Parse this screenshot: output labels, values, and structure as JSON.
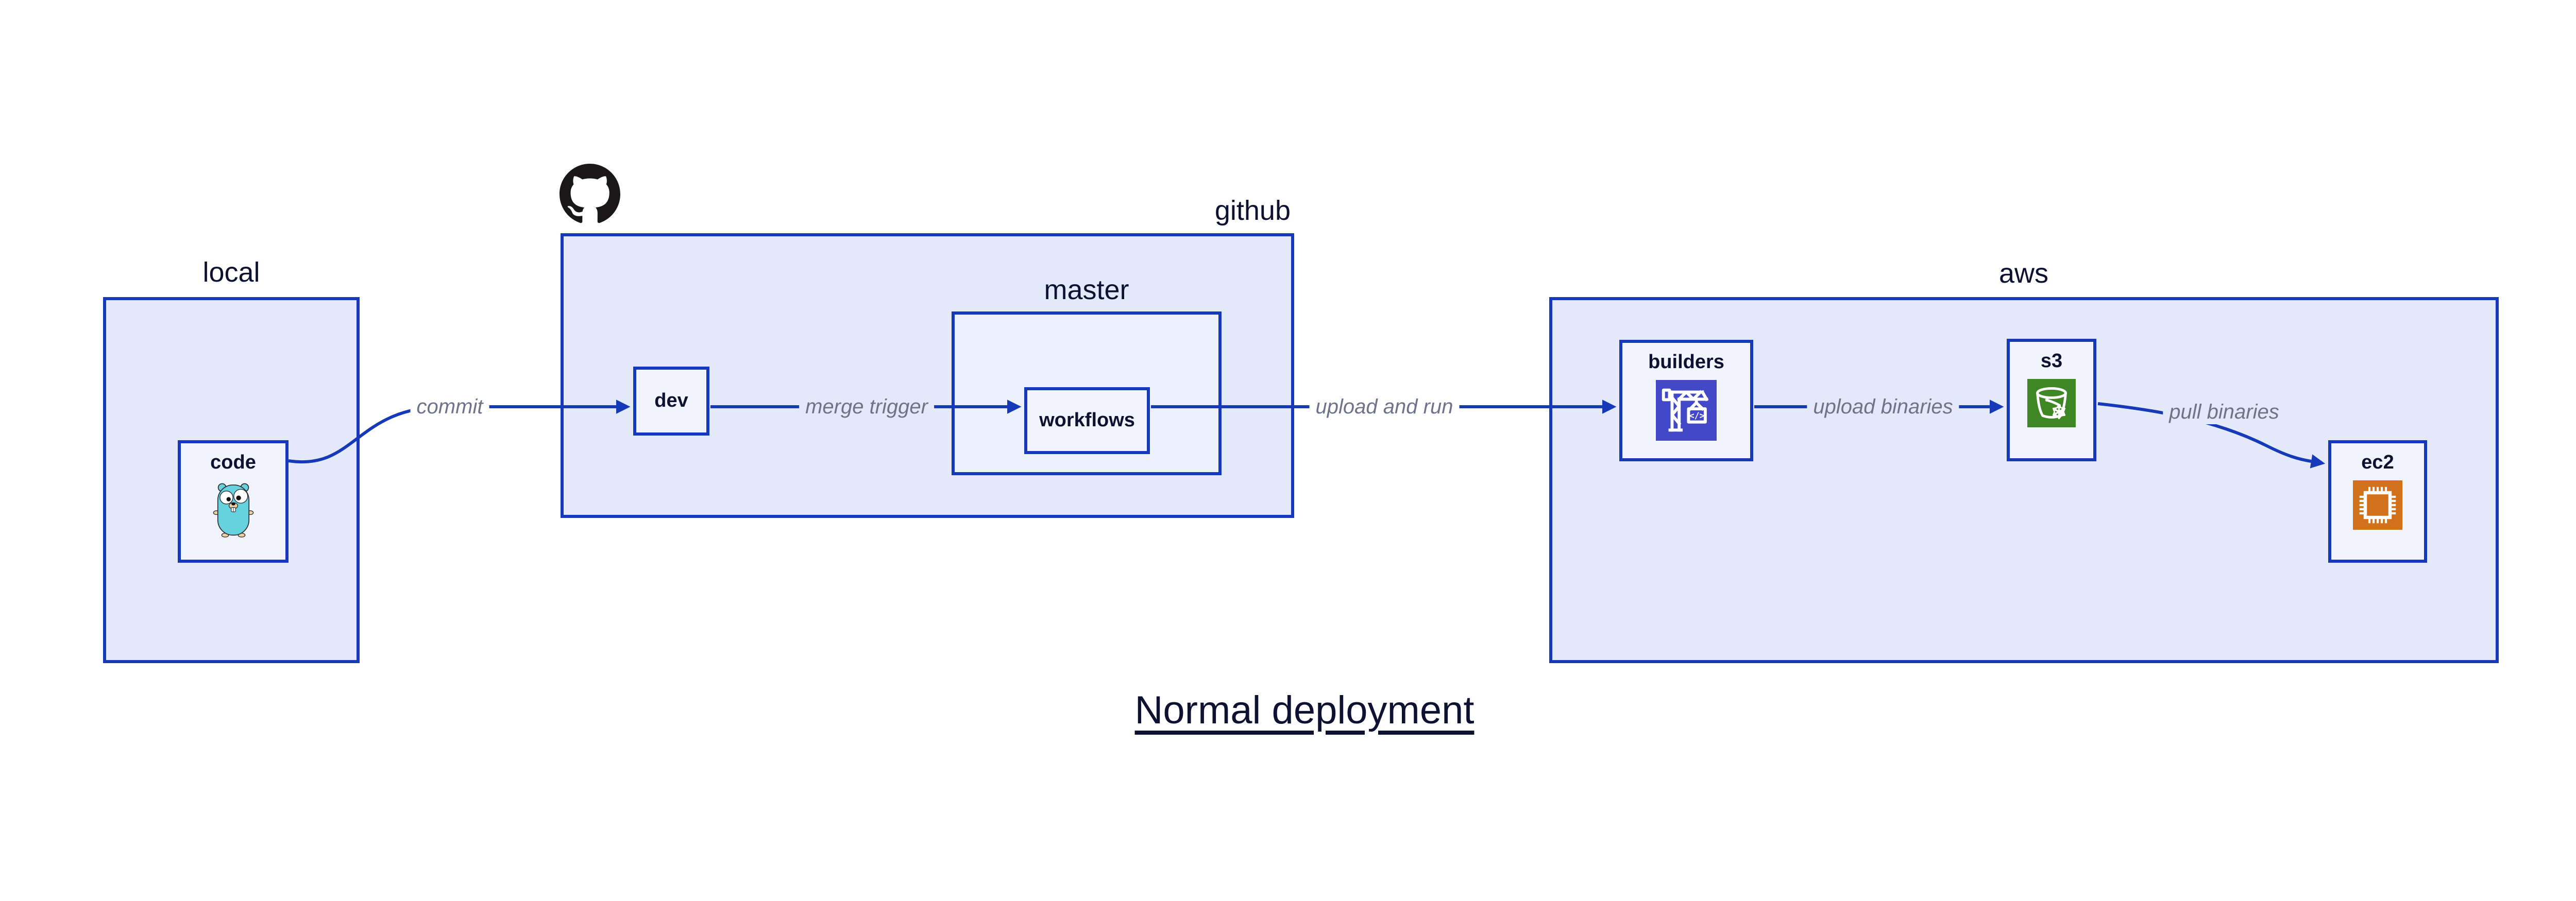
{
  "diagram": {
    "title": "Normal deployment",
    "clusters": {
      "local": {
        "label": "local"
      },
      "github": {
        "label": "github",
        "badge_icon": "github-octocat-icon"
      },
      "master": {
        "label": "master"
      },
      "aws": {
        "label": "aws"
      }
    },
    "nodes": {
      "code": {
        "label": "code",
        "icon": "go-gopher-icon"
      },
      "dev": {
        "label": "dev"
      },
      "workflows": {
        "label": "workflows"
      },
      "builders": {
        "label": "builders",
        "icon": "aws-codebuild-crane-icon",
        "icon_glyph": "</>"
      },
      "s3": {
        "label": "s3",
        "icon": "aws-s3-bucket-snowflake-icon"
      },
      "ec2": {
        "label": "ec2",
        "icon": "aws-ec2-chip-icon"
      }
    },
    "edges": [
      {
        "from": "code",
        "to": "dev",
        "label": "commit"
      },
      {
        "from": "dev",
        "to": "workflows",
        "label": "merge trigger"
      },
      {
        "from": "workflows",
        "to": "builders",
        "label": "upload and run"
      },
      {
        "from": "builders",
        "to": "s3",
        "label": "upload binaries"
      },
      {
        "from": "s3",
        "to": "ec2",
        "label": "pull binaries"
      }
    ],
    "colors": {
      "edge_blue": "#1539B8",
      "cluster_fill": "#E3E9F8",
      "master_fill": "#ECF0FB",
      "node_fill": "#F1F4FD",
      "text_dark": "#0D1230",
      "edge_label_gray": "#6F7389",
      "codebuild_indigo": "#4348C8",
      "s3_green": "#3F8624",
      "ec2_orange": "#D2711C",
      "gopher_teal": "#66D1DF",
      "github_black": "#191717"
    }
  }
}
